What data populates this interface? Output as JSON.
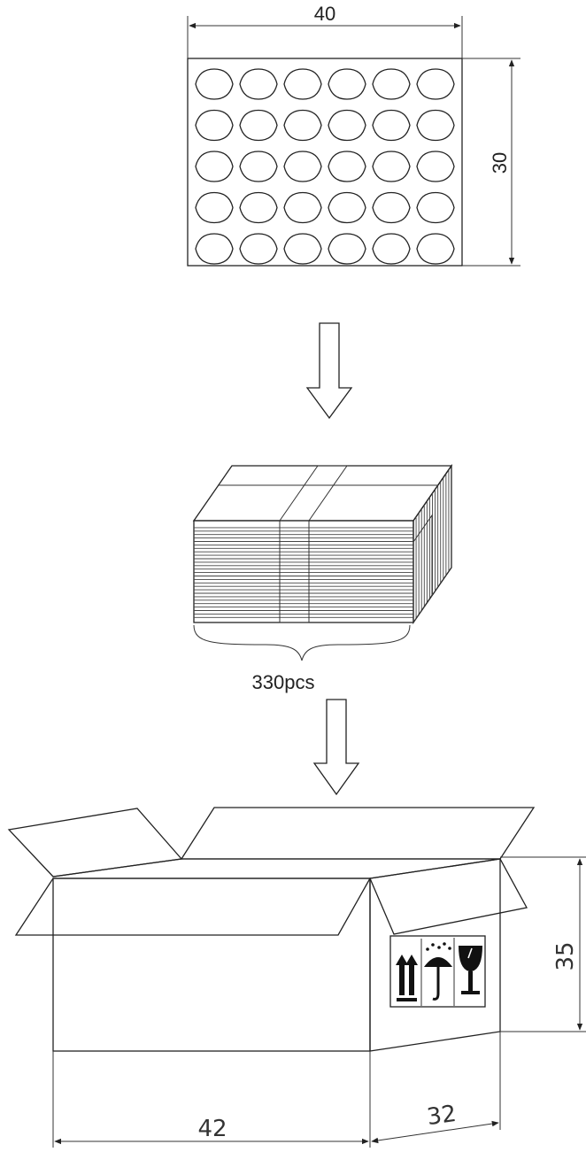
{
  "tray": {
    "width_label": "40",
    "height_label": "30",
    "rows": 5,
    "columns": 6
  },
  "stack": {
    "count_label": "330pcs"
  },
  "carton": {
    "length_label": "42",
    "width_label": "32",
    "height_label": "35"
  },
  "icons": [
    "this-way-up-icon",
    "keep-dry-icon",
    "fragile-icon"
  ]
}
